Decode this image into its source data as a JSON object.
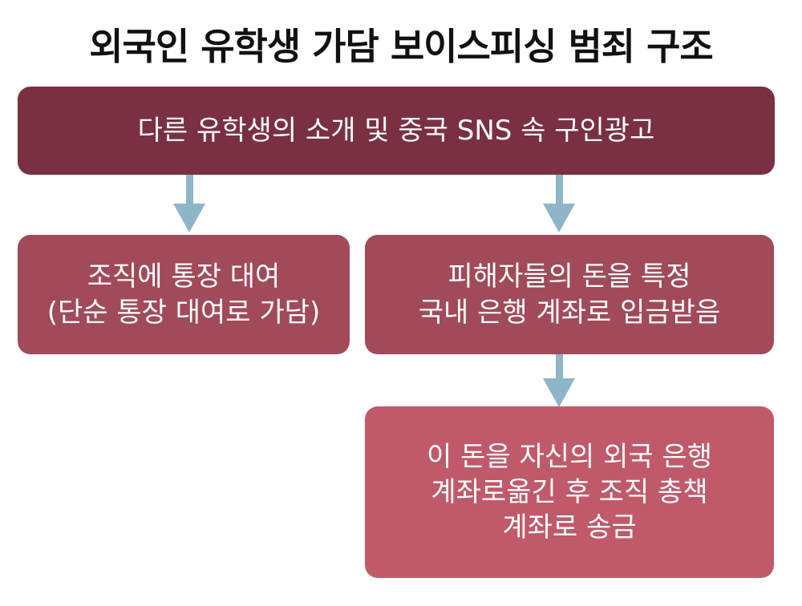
{
  "title": "외국인 유학생 가담 보이스피싱 범죄 구조",
  "colors": {
    "top_box": "#7a3042",
    "middle_boxes": "#a14a5a",
    "bottom_box": "#c05a6a",
    "arrow": "#8fb5c8"
  },
  "nodes": {
    "top": {
      "lines": [
        "다른 유학생의 소개 및 중국 SNS 속 구인광고"
      ]
    },
    "left": {
      "lines": [
        "조직에 통장 대여",
        "(단순 통장 대여로 가담)"
      ]
    },
    "right": {
      "lines": [
        "피해자들의 돈을 특정",
        "국내 은행 계좌로 입금받음"
      ]
    },
    "bottom": {
      "lines": [
        "이 돈을 자신의 외국 은행",
        "계좌로옮긴 후 조직 총책",
        "계좌로 송금"
      ]
    }
  },
  "edges": [
    {
      "from": "top",
      "to": "left"
    },
    {
      "from": "top",
      "to": "right"
    },
    {
      "from": "right",
      "to": "bottom"
    }
  ]
}
